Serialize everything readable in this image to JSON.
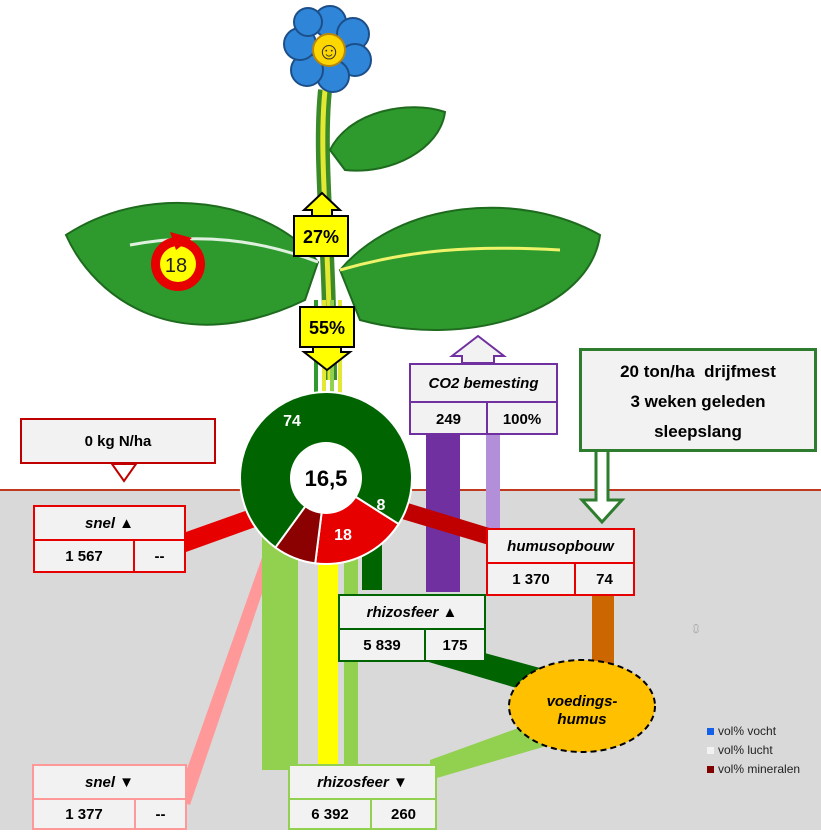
{
  "plant": {
    "flower_face": "☺",
    "leaf_badge": "18",
    "up_arrow_label": "27%",
    "down_arrow_label": "55%"
  },
  "donut": {
    "center_value": "16,5",
    "segments": [
      {
        "label": "74",
        "value": 74,
        "color": "#006400"
      },
      {
        "label": "18",
        "value": 18,
        "color": "#e60000"
      },
      {
        "label": "8",
        "value": 8,
        "color": "#8b0000"
      }
    ]
  },
  "n_input": {
    "label": "0 kg N/ha"
  },
  "co2": {
    "title": "CO2 bemesting",
    "value": "249",
    "percent": "100%"
  },
  "manure": {
    "line1": "20 ton/ha  drijfmest",
    "line2": "3 weken geleden",
    "line3": "sleepslang"
  },
  "snel_up": {
    "title": "snel ▲",
    "value": "1 567",
    "extra": "--"
  },
  "humusopbouw": {
    "title": "humusopbouw",
    "value": "1 370",
    "extra": "74"
  },
  "rhizosfeer_up": {
    "title": "rhizosfeer ▲",
    "value": "5 839",
    "extra": "175"
  },
  "voedingshumus": {
    "line1": "voedings-",
    "line2": "humus"
  },
  "snel_down": {
    "title": "snel ▼",
    "value": "1 377",
    "extra": "--"
  },
  "rhizosfeer_down": {
    "title": "rhizosfeer ▼",
    "value": "6 392",
    "extra": "260"
  },
  "stray_value": "0",
  "legend": [
    {
      "label": "vol% vocht",
      "color": "#1560e8"
    },
    {
      "label": "vol% lucht",
      "color": "#f2f2f2"
    },
    {
      "label": "vol% mineralen",
      "color": "#800000"
    }
  ],
  "colors": {
    "soil": "#d9d9d9",
    "soil_line": "#c0391f",
    "leaf": "#2e9a2e",
    "stem": "#e3e832",
    "donut_dark": "#006400",
    "red": "#e60000",
    "pink": "#ff9999",
    "lightgreen": "#92d050",
    "yellow": "#ffff00",
    "purple": "#7030a0",
    "lilac": "#b48fd9",
    "orange": "#cc6600",
    "humus": "#ffc000"
  }
}
